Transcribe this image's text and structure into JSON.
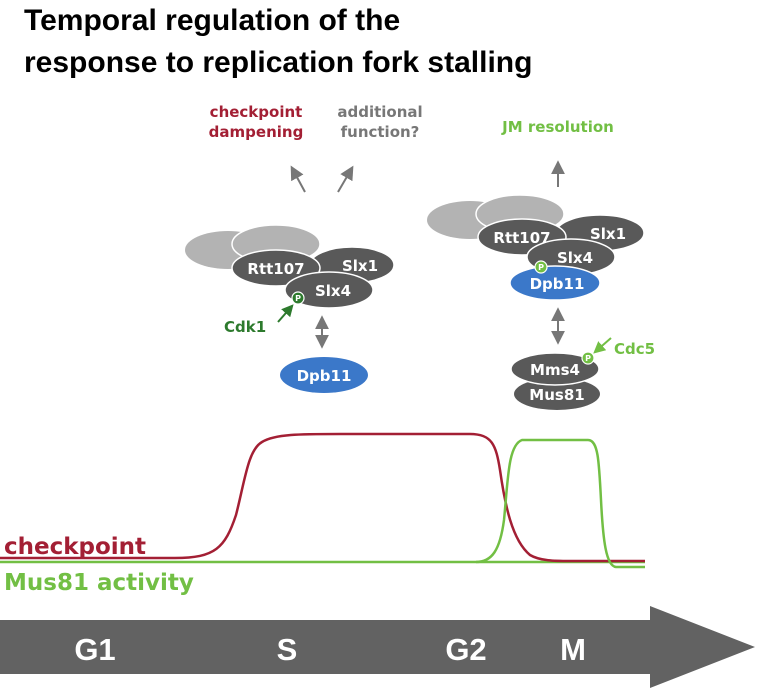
{
  "title_line1": "Temporal regulation of the",
  "title_line2": "response to replication fork stalling",
  "left_complex": {
    "label_checkpoint_1": "checkpoint",
    "label_checkpoint_2": "dampening",
    "label_additional_1": "additional",
    "label_additional_2": "function?",
    "rtt107": "Rtt107",
    "slx1": "Slx1",
    "slx4": "Slx4",
    "phospho": "P",
    "kinase": "Cdk1",
    "dpb11": "Dpb11"
  },
  "right_complex": {
    "label_resolution": "JM resolution",
    "rtt107": "Rtt107",
    "slx1": "Slx1",
    "slx4": "Slx4",
    "phospho_slx4": "P",
    "dpb11": "Dpb11",
    "mms4": "Mms4",
    "phospho_mms4": "P",
    "mus81": "Mus81",
    "kinase": "Cdc5"
  },
  "curves": {
    "checkpoint_label": "checkpoint",
    "mus81_label": "Mus81 activity"
  },
  "cell_cycle": {
    "phases": [
      "G1",
      "S",
      "G2",
      "M"
    ]
  },
  "colors": {
    "checkpoint": "#a31f34",
    "mus81": "#72bf44",
    "cdk1": "#2d7a2d",
    "dark_oval": "#595959",
    "light_oval": "#b3b3b3",
    "dpb11": "#3b78c9",
    "grey_text": "#777777",
    "arrow": "#626262"
  }
}
